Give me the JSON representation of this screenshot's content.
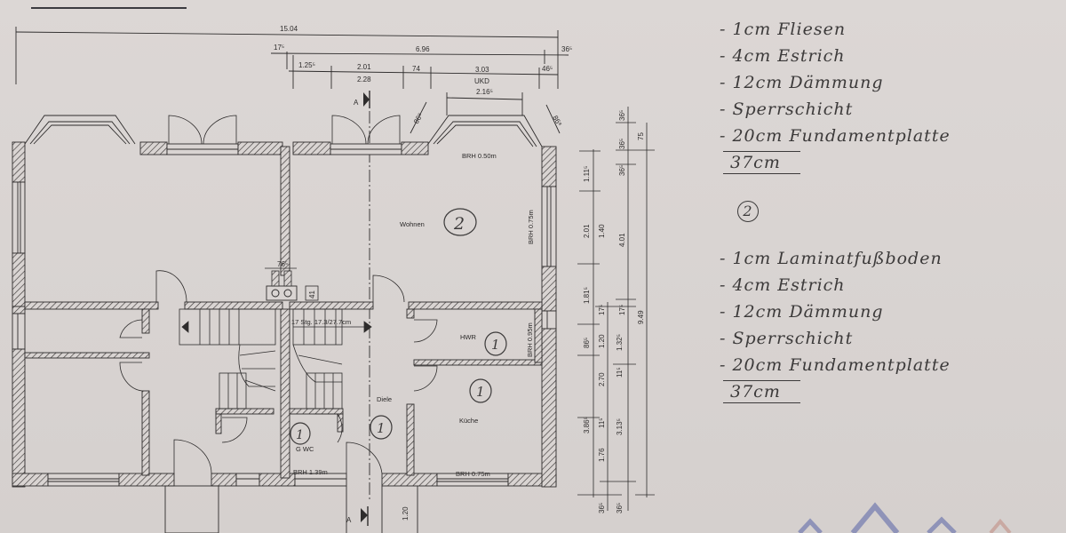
{
  "heading": {
    "text": ""
  },
  "dimensions_top": {
    "overall": "15.04",
    "left_offset": "17⁵",
    "right_span": "6.96",
    "right_offset": "36⁵",
    "segments": [
      "1.25⁵",
      "2.01",
      "74",
      "3.03",
      "46⁵"
    ],
    "sub_2_28": "2.28",
    "ukd": "UKD",
    "bay_width": "2.16⁵",
    "bay_diag_left": "86⁸",
    "bay_diag_right": "86⁸"
  },
  "dimensions_right": {
    "col1": [
      "1.11⁵",
      "2.01",
      "1.40",
      "1.81⁵",
      "86⁵",
      "1.20",
      "2.70",
      "3.86⁵",
      "11⁵",
      "1.76",
      "36⁵"
    ],
    "col2": [
      "17⁵",
      "1.32⁵",
      "11⁵",
      "3.13⁵",
      "36⁵"
    ],
    "col3": [
      "36⁵",
      "36⁵",
      "36⁵",
      "75",
      "4.01",
      "17⁵",
      "9.49"
    ]
  },
  "rooms": [
    {
      "name": "Wohnen",
      "marker": "2",
      "brh": [
        "BRH 0.50m",
        "BRH 0.75m"
      ]
    },
    {
      "name": "HWR",
      "marker": "1",
      "brh": [
        "BRH 0.95m"
      ]
    },
    {
      "name": "Küche",
      "marker": "1",
      "brh": [
        "BRH 0.75m"
      ]
    },
    {
      "name": "Diele",
      "marker": "1",
      "brh": []
    },
    {
      "name": "G WC",
      "marker": "1",
      "brh": [
        "BRH 1.39m"
      ]
    }
  ],
  "stair": {
    "label": "17 Stg. 17.3/27.7cm"
  },
  "section_marker": {
    "label": "A"
  },
  "chimney_dims": {
    "w": "76⁵",
    "h": "41"
  },
  "entrance_dim": "1.20",
  "notes": {
    "floor_1": [
      "-   1cm  Fliesen",
      "-   4cm  Estrich",
      "- 12cm  Dämmung",
      "-     Sperrschicht",
      "- 20cm  Fundamentplatte"
    ],
    "floor_1_total": "37cm",
    "marker_2": "2",
    "floor_2": [
      "-   1cm  Laminatfußboden",
      "-   4cm  Estrich",
      "- 12cm  Dämmung",
      "-     Sperrschicht",
      "- 20cm  Fundamentplatte"
    ],
    "floor_2_total": "37cm"
  },
  "colors": {
    "paper": "#d9d4d2",
    "ink": "#2e2c2c",
    "pencil": "#3c3a3a",
    "watermark": "#8f93b8"
  }
}
